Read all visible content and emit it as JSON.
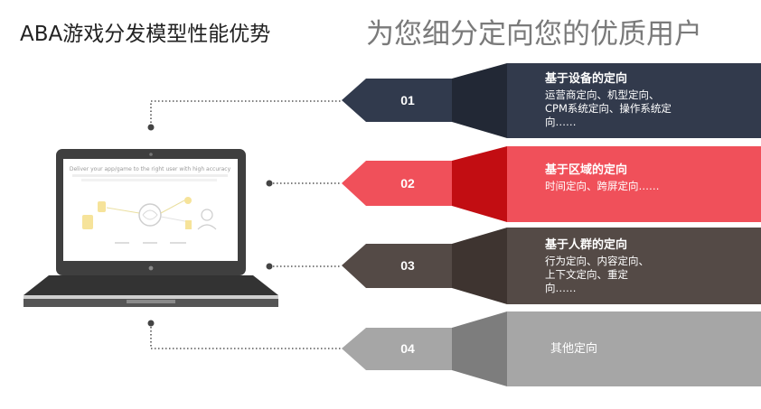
{
  "title": "ABA游戏分发模型性能优势",
  "subtitle": "为您细分定向您的优质用户",
  "laptop": {
    "headline": "Deliver your app/game to the right user with high accuracy"
  },
  "items": [
    {
      "num": "01",
      "title": "基于设备的定向",
      "desc": [
        "运营商定向、机型定向、",
        "CPM系统定向、操作系统定",
        "向……"
      ],
      "colors": {
        "arrow": "#313a4d",
        "neck": "#222835",
        "card": "#323a4c"
      }
    },
    {
      "num": "02",
      "title": "基于区域的定向",
      "desc": [
        "时间定向、跨屏定向……"
      ],
      "colors": {
        "arrow": "#f0505a",
        "neck": "#c20d12",
        "card": "#f0505a"
      }
    },
    {
      "num": "03",
      "title": "基于人群的定向",
      "desc": [
        "行为定向、内容定向、",
        "上下文定向、重定",
        "向……"
      ],
      "colors": {
        "arrow": "#544a46",
        "neck": "#3e3430",
        "card": "#544a46"
      }
    },
    {
      "num": "04",
      "title": "其他定向",
      "desc": [],
      "colors": {
        "arrow": "#a6a6a6",
        "neck": "#7d7d7d",
        "card": "#a6a6a6"
      }
    }
  ]
}
